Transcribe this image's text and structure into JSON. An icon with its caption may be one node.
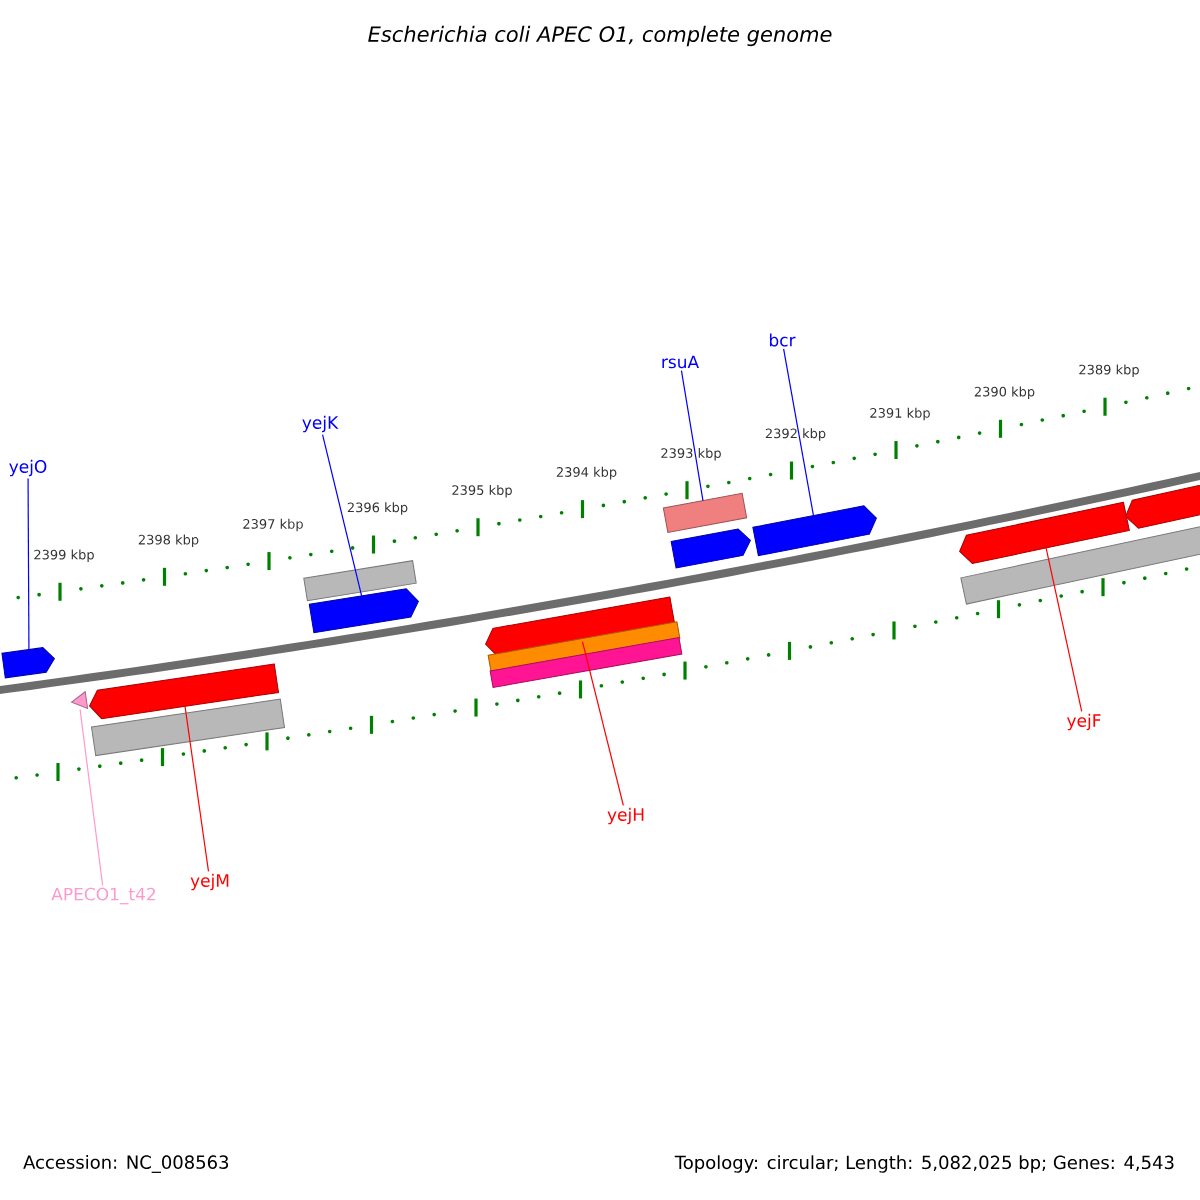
{
  "diagram": {
    "title": "Escherichia coli APEC O1, complete genome",
    "nodes": [
      {
        "text": [
          "yejO"
        ]
      },
      {
        "text": [
          "yejK"
        ]
      },
      {
        "text": [
          "rsuA"
        ]
      },
      {
        "text": [
          "bcr"
        ]
      },
      {
        "text": [
          "APECO1_t42"
        ]
      },
      {
        "text": [
          "yejM"
        ]
      },
      {
        "text": [
          "yejH"
        ]
      },
      {
        "text": [
          "yejF"
        ]
      },
      {
        "text": [],
        "shape": "arrow"
      },
      {
        "text": [],
        "shape": "triangle"
      },
      {
        "text": [],
        "shape": "arrow"
      },
      {
        "text": [],
        "shape": "box"
      },
      {
        "text": [],
        "shape": "box"
      },
      {
        "text": [],
        "shape": "arrow"
      },
      {
        "text": [],
        "shape": "arrow"
      },
      {
        "text": [],
        "shape": "box"
      },
      {
        "text": [],
        "shape": "box"
      },
      {
        "text": [],
        "shape": "box"
      },
      {
        "text": [],
        "shape": "arrow"
      },
      {
        "text": [],
        "shape": "arrow"
      },
      {
        "text": [],
        "shape": "arrow"
      },
      {
        "text": [],
        "shape": "box"
      },
      {
        "text": [],
        "shape": "arrow"
      }
    ],
    "edges": [
      {
        "from": 0,
        "to": 8,
        "arrow": "none"
      },
      {
        "from": 1,
        "to": 13,
        "arrow": "none"
      },
      {
        "from": 2,
        "to": 17,
        "arrow": "none"
      },
      {
        "from": 3,
        "to": 19,
        "arrow": "none"
      },
      {
        "from": 4,
        "to": 9,
        "arrow": "none",
        "color": "#ff99cc"
      },
      {
        "from": 5,
        "to": 10,
        "arrow": "none",
        "color": "#ff0000"
      },
      {
        "from": 6,
        "to": 14,
        "arrow": "none",
        "color": "#ff0000"
      },
      {
        "from": 7,
        "to": 20,
        "arrow": "none",
        "color": "#ff0000"
      }
    ],
    "labels": [
      "2399 kbp",
      "2398 kbp",
      "2397 kbp",
      "2396 kbp",
      "2395 kbp",
      "2394 kbp",
      "2393 kbp",
      "2392 kbp",
      "2391 kbp",
      "2390 kbp",
      "2389 kbp",
      "Accession: NC_008563",
      "Topology: circular; Length: 5,082,025 bp; Genes: 4,543"
    ]
  }
}
